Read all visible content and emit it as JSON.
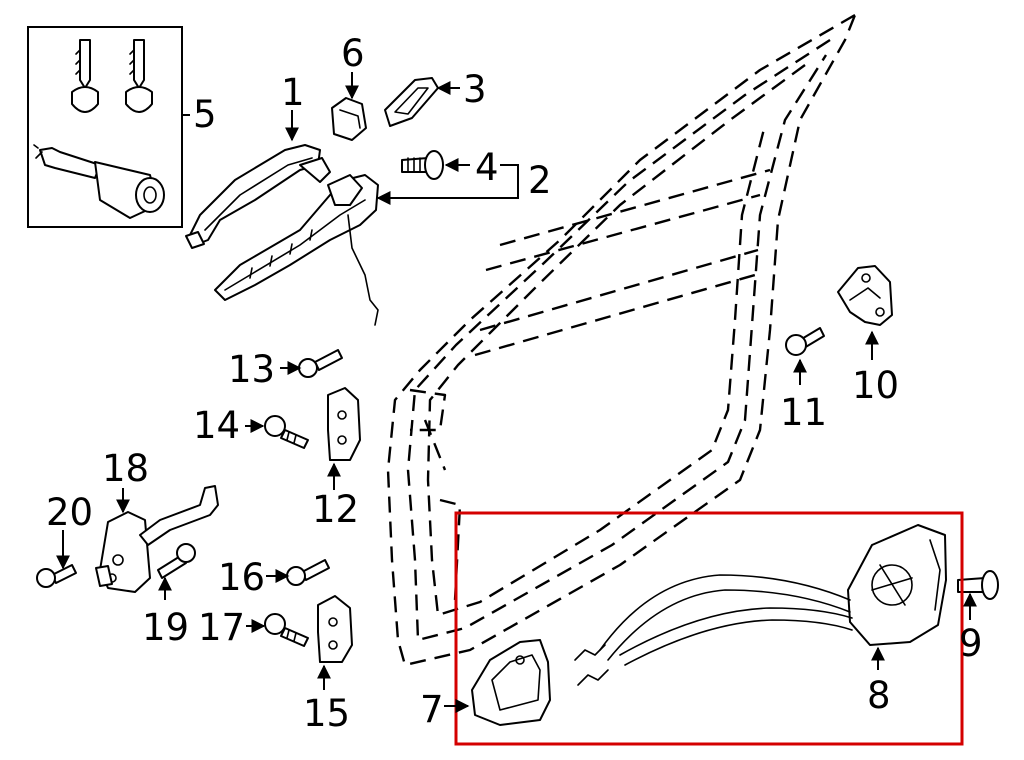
{
  "diagram": {
    "highlight_color": "#d40000",
    "callouts": {
      "c1": "1",
      "c2": "2",
      "c3": "3",
      "c4": "4",
      "c5": "5",
      "c6": "6",
      "c7": "7",
      "c8": "8",
      "c9": "9",
      "c10": "10",
      "c11": "11",
      "c12": "12",
      "c13": "13",
      "c14": "14",
      "c15": "15",
      "c16": "16",
      "c17": "17",
      "c18": "18",
      "c19": "19",
      "c20": "20"
    }
  }
}
